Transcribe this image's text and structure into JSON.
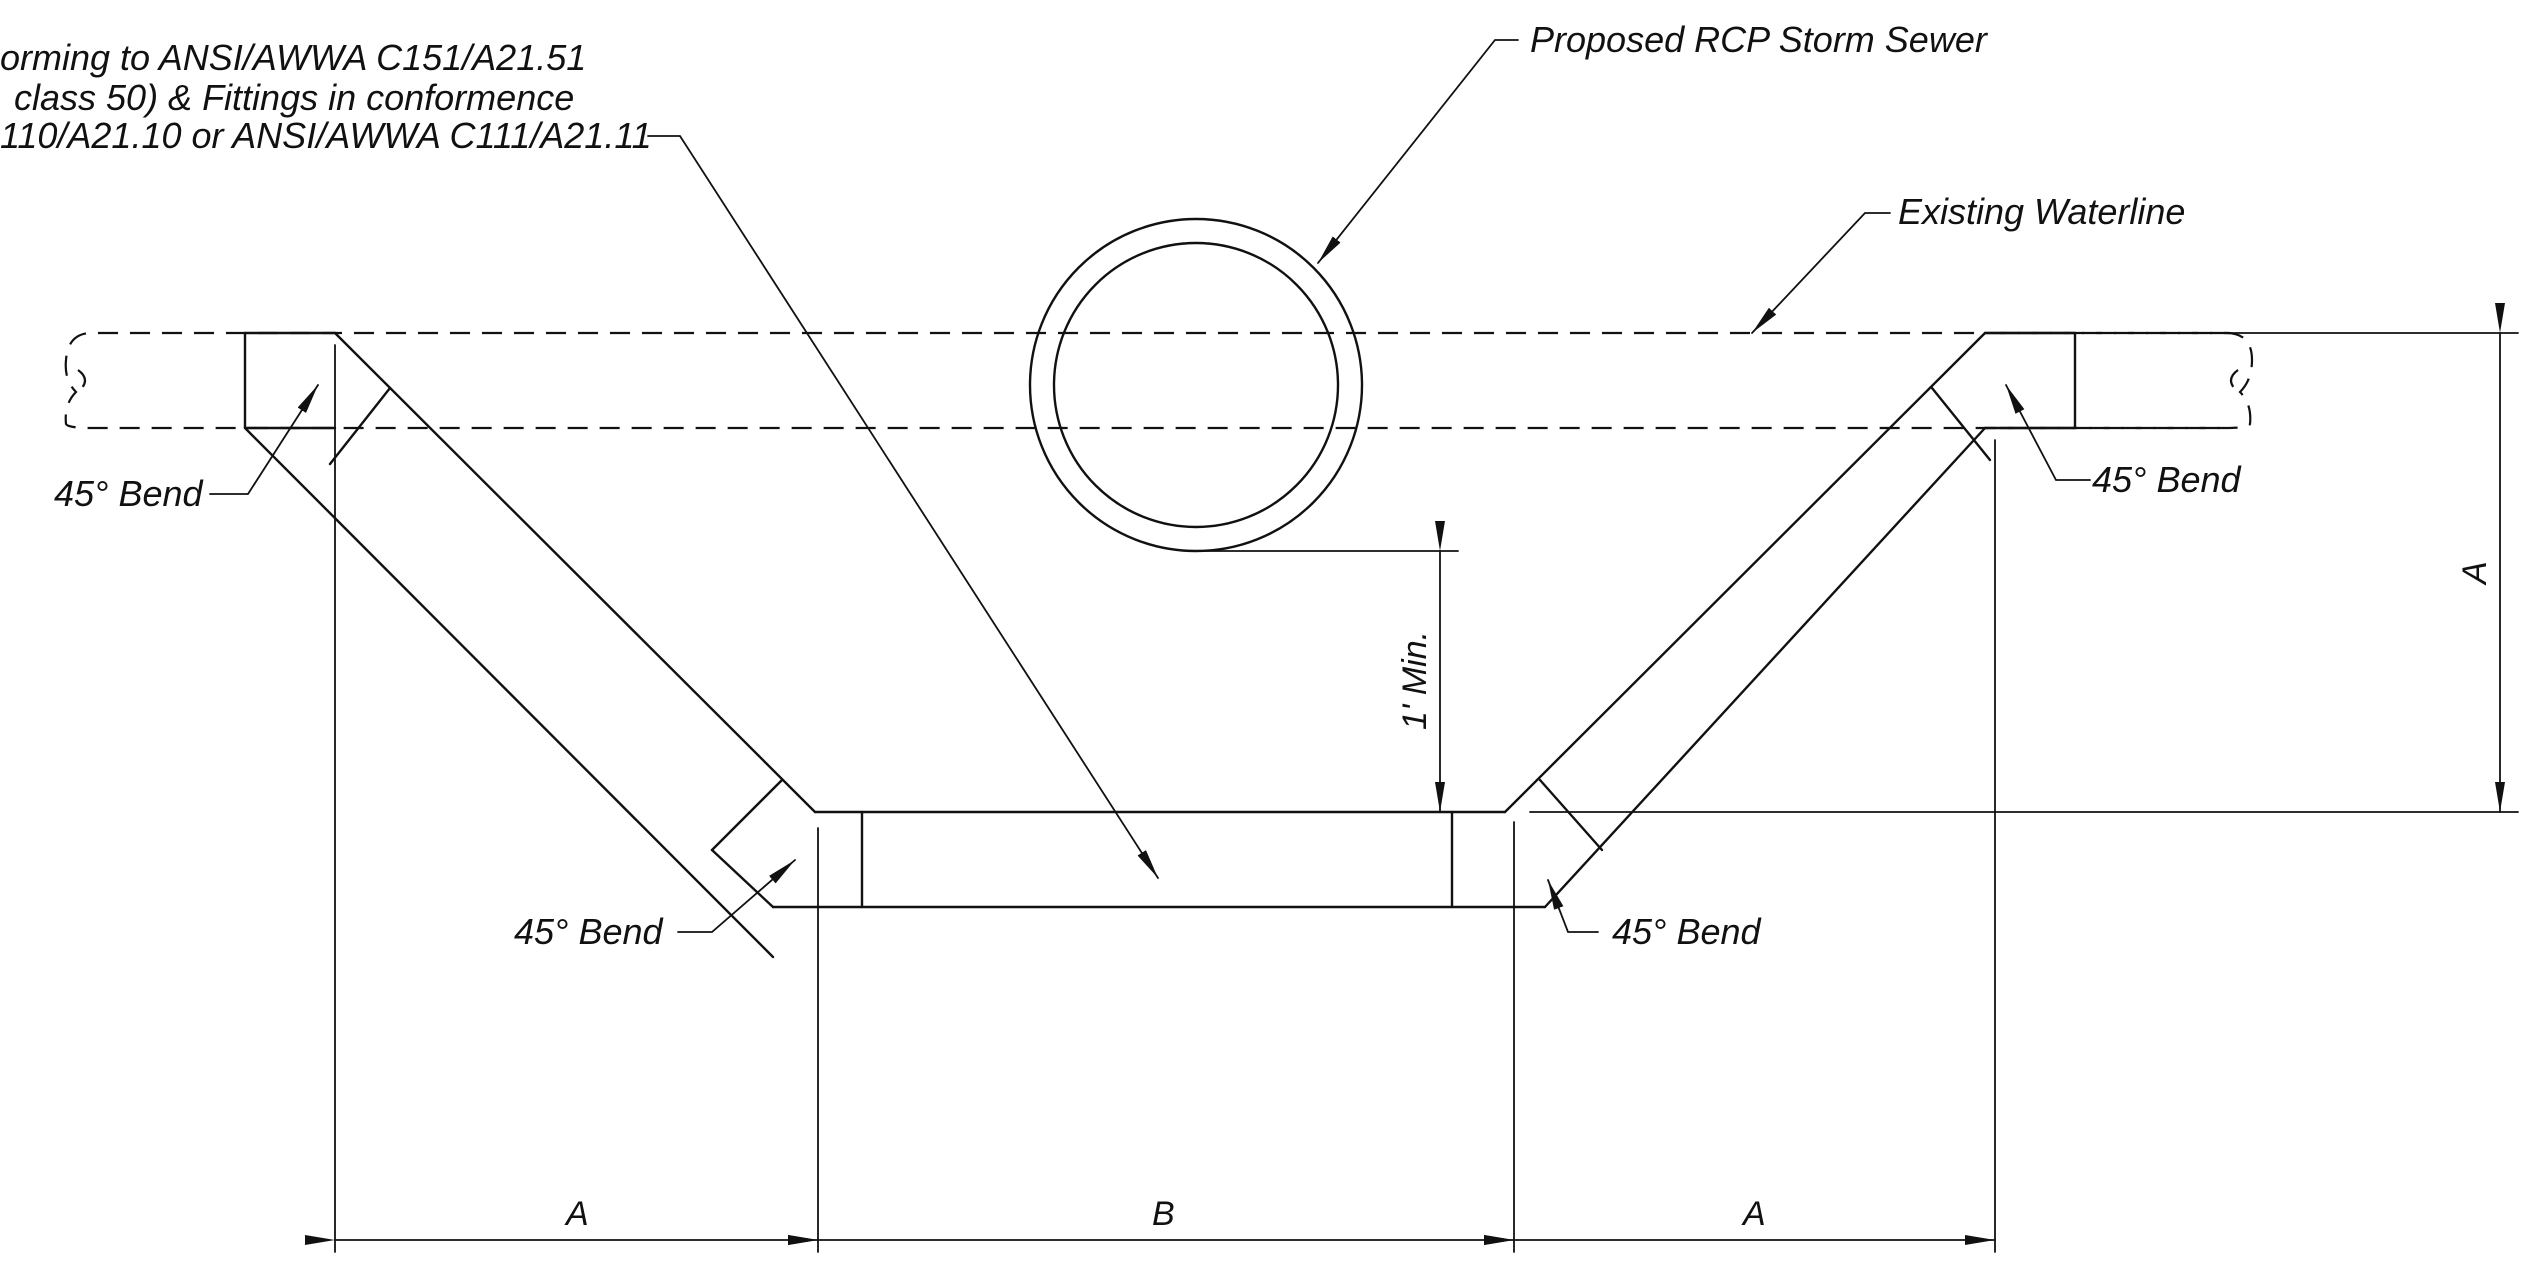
{
  "notes": {
    "ductile_line1": "orming to ANSI/AWWA C151/A21.51",
    "ductile_line2": "class 50) & Fittings in conformence",
    "ductile_line3": "110/A21.10 or ANSI/AWWA C111/A21.11",
    "storm_sewer": "Proposed RCP Storm Sewer",
    "waterline": "Existing Waterline",
    "bend_top_left": "45° Bend",
    "bend_top_right": "45° Bend",
    "bend_bottom_left": "45° Bend",
    "bend_bottom_right": "45° Bend",
    "clearance": "1' Min."
  },
  "dimensions": {
    "left_horizontal": "A",
    "center_horizontal": "B",
    "right_horizontal": "A",
    "right_vertical": "A"
  }
}
